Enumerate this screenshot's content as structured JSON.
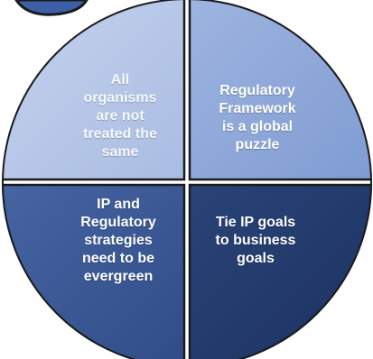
{
  "diagram": {
    "quadrants": [
      {
        "id": "top-left",
        "lines": [
          "All",
          "organisms",
          "are not",
          "treated the",
          "same"
        ],
        "color": "#b7c7e6"
      },
      {
        "id": "top-right",
        "lines": [
          "Regulatory",
          "Framework",
          "is a global",
          "puzzle"
        ],
        "color": "#8ea7d9"
      },
      {
        "id": "bottom-left",
        "lines": [
          "IP and",
          "Regulatory",
          "strategies",
          "need to be",
          "evergreen"
        ],
        "color": "#3a5795"
      },
      {
        "id": "bottom-right",
        "lines": [
          "Tie IP goals",
          "to business",
          "goals"
        ],
        "color": "#223a6c"
      }
    ],
    "colors": {
      "outline": "#1b1b1b",
      "top_decoration": "#3d5fa8"
    }
  }
}
